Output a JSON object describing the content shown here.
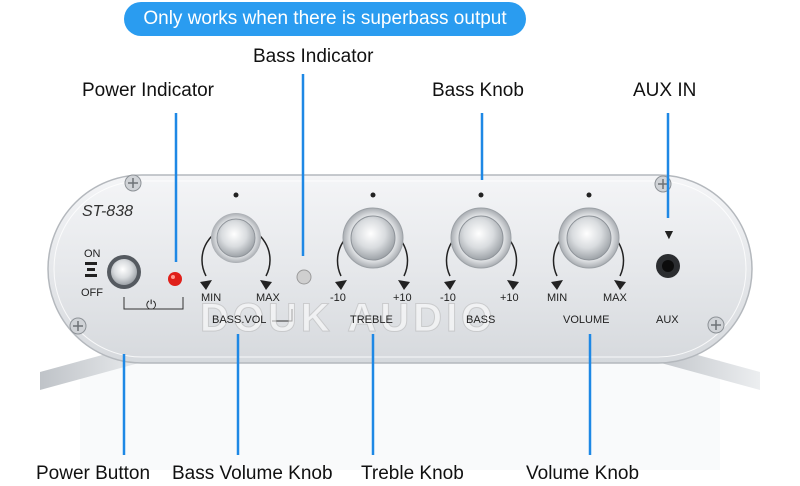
{
  "banner": {
    "text": "Only works when there is superbass output"
  },
  "callouts": {
    "bass_indicator": "Bass Indicator",
    "power_indicator": "Power Indicator",
    "bass_knob": "Bass Knob",
    "aux_in": "AUX IN",
    "power_button": "Power Button",
    "bass_volume_knob": "Bass Volume Knob",
    "treble_knob": "Treble Knob",
    "volume_knob": "Volume Knob"
  },
  "device": {
    "model": "ST-838",
    "brand": "DOUK AUDIO",
    "on_label": "ON",
    "off_label": "OFF",
    "power_symbol": "⏻",
    "aux_label": "AUX",
    "aux_arrow": "▼",
    "knobs": [
      {
        "name": "BASS.VOL",
        "min": "MIN",
        "max": "MAX"
      },
      {
        "name": "TREBLE",
        "min": "-10",
        "max": "+10"
      },
      {
        "name": "BASS",
        "min": "-10",
        "max": "+10"
      },
      {
        "name": "VOLUME",
        "min": "MIN",
        "max": "MAX"
      }
    ]
  },
  "colors": {
    "accent": "#2a9cf0",
    "line": "#1e88e5",
    "power_led": "#e0201a",
    "bass_led": "#cfcfcf",
    "panel": "#e9ebee"
  }
}
